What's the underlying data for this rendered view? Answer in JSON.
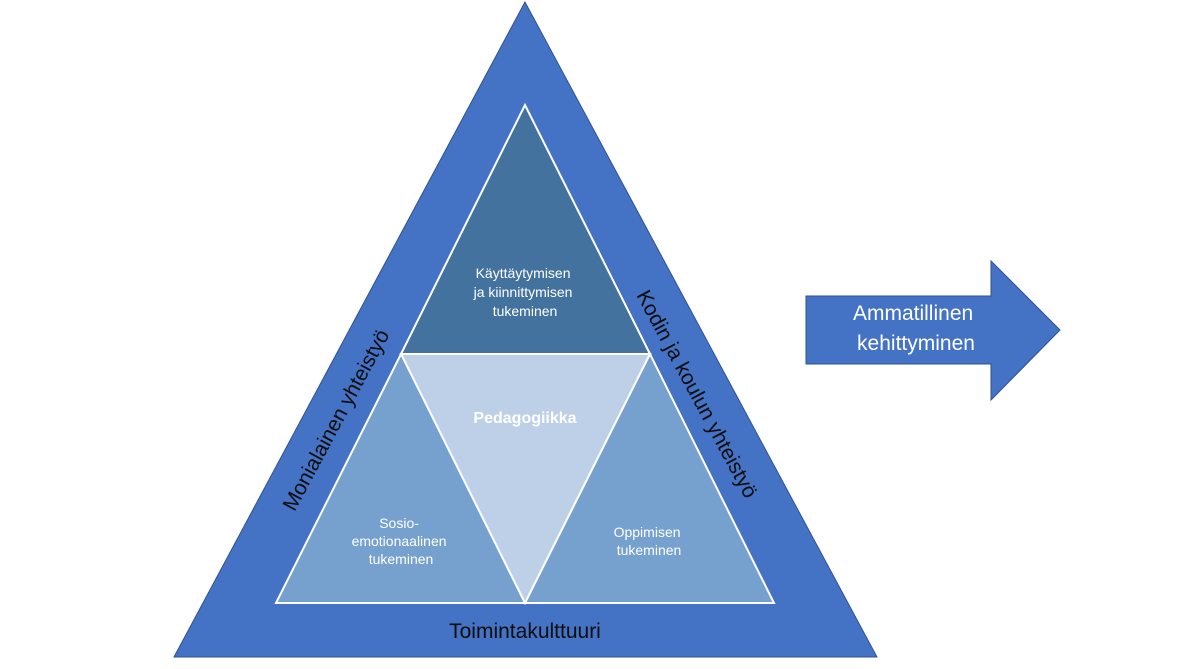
{
  "diagram": {
    "outer_triangle": {
      "left_side_label": "Monialainen yhteistyö",
      "right_side_label": "Kodin ja koulun yhteistyö",
      "bottom_label": "Toimintakulttuuri"
    },
    "inner_triangles": {
      "top": {
        "lines": [
          "Käyttäytymisen",
          "ja kiinnittymisen",
          "tukeminen"
        ]
      },
      "center": {
        "lines": [
          "Pedagogiikka"
        ]
      },
      "bottom_left": {
        "lines": [
          "Sosio-",
          "emotionaalinen",
          "tukeminen"
        ]
      },
      "bottom_right": {
        "lines": [
          "Oppimisen",
          "tukeminen"
        ]
      }
    },
    "arrow": {
      "lines": [
        "Ammatillinen",
        "kehittyminen"
      ]
    },
    "colors": {
      "outer": "#4472C4",
      "outer_stroke": "#2F528F",
      "top_inner": "#43729E",
      "center_inner": "#BDD0E8",
      "side_inner": "#76A0CE",
      "inner_stroke": "#FFFFFF",
      "arrow": "#4472C4"
    }
  }
}
